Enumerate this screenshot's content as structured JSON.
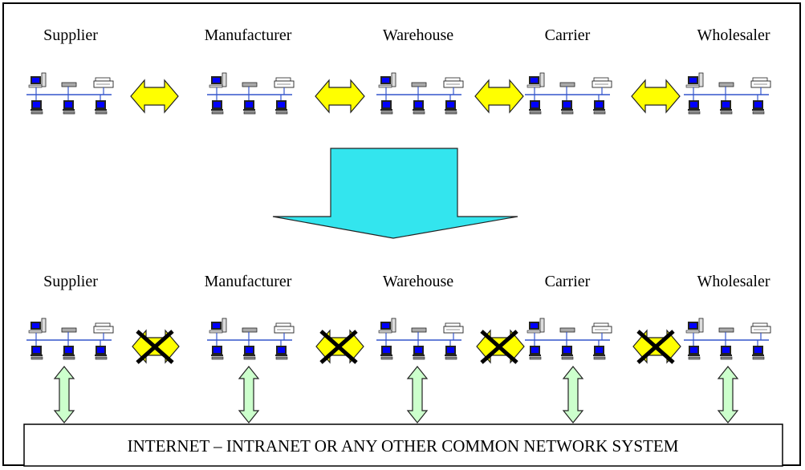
{
  "diagram": {
    "before": {
      "parties": [
        "Supplier",
        "Manufacturer",
        "Warehouse",
        "Carrier",
        "Wholesaler"
      ],
      "links": "direct"
    },
    "after": {
      "parties": [
        "Supplier",
        "Manufacturer",
        "Warehouse",
        "Carrier",
        "Wholesaler"
      ],
      "links": "blocked"
    },
    "network_label": "INTERNET – INTRANET OR ANY OTHER COMMON NETWORK SYSTEM"
  },
  "colors": {
    "transform_arrow": "#33e5ee",
    "link_arrow": "#ffff00",
    "network_arrow": "#ccffcc",
    "screen": "#0000ff",
    "cross": "#000000"
  }
}
